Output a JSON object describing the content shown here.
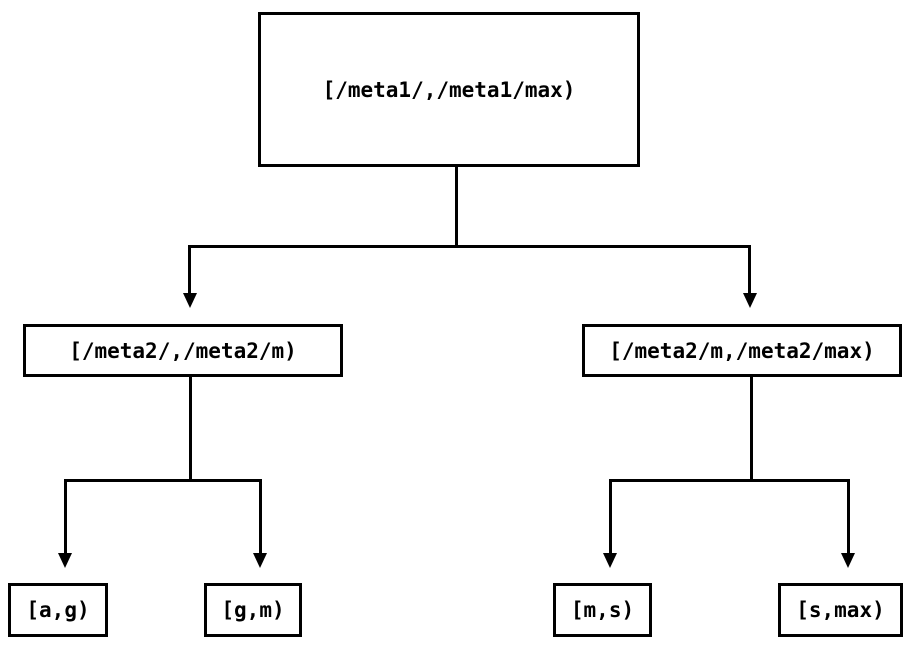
{
  "diagram": {
    "type": "tree",
    "colors": {
      "background": "#ffffff",
      "line": "#000000",
      "box_border": "#000000",
      "text": "#000000"
    },
    "nodes": {
      "root": {
        "label": "[/meta1/,/meta1/max)"
      },
      "meta2_left": {
        "label": "[/meta2/,/meta2/m)"
      },
      "meta2_right": {
        "label": "[/meta2/m,/meta2/max)"
      },
      "leaf_ag": {
        "label": "[a,g)"
      },
      "leaf_gm": {
        "label": "[g,m)"
      },
      "leaf_ms": {
        "label": "[m,s)"
      },
      "leaf_smax": {
        "label": "[s,max)"
      }
    },
    "edges": [
      {
        "from": "root",
        "to": "meta2_left"
      },
      {
        "from": "root",
        "to": "meta2_right"
      },
      {
        "from": "meta2_left",
        "to": "leaf_ag"
      },
      {
        "from": "meta2_left",
        "to": "leaf_gm"
      },
      {
        "from": "meta2_right",
        "to": "leaf_ms"
      },
      {
        "from": "meta2_right",
        "to": "leaf_smax"
      }
    ]
  }
}
